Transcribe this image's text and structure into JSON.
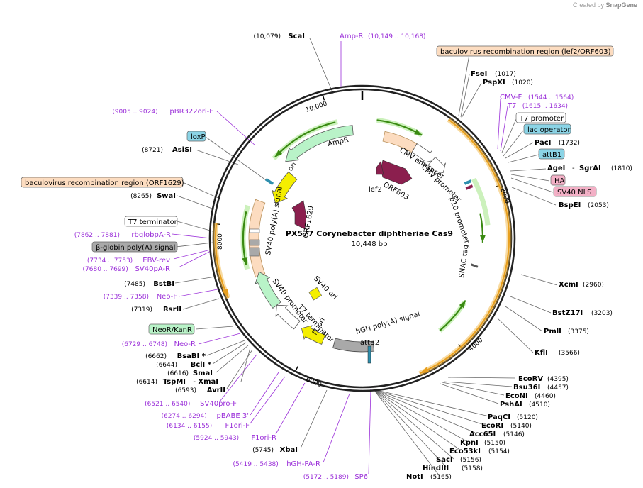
{
  "credit": {
    "prefix": "Created by",
    "brand": "SnapGene"
  },
  "plasmid": {
    "name": "PX577 Corynebacter diphtheriae Cas9",
    "size": "10,448 bp"
  },
  "colors": {
    "site": "#000000",
    "primer": "#9b30d9",
    "backbone": "#222222",
    "misc_feature": "#fcdcc0",
    "promoter": "#ffffff",
    "cds_green": "#b9f3c8",
    "origin": "#f4ee00",
    "polyA": "#a9a9a9",
    "recombination": "#8bd4e6",
    "protein_bind": "#8bd4e6",
    "cds_red": "#8b1f4e",
    "tag_box": "#f3b0c6",
    "primer_arrow": "#9b30d9",
    "lime": "#7ccd2e",
    "orange": "#f0b030"
  },
  "ticks": [
    "2000",
    "4000",
    "6000",
    "8000",
    "10,000"
  ],
  "features": {
    "cmv_enhancer": "CMV enhancer",
    "cmv_promoter": "CMV promoter",
    "p10_promoter": "p10 promoter",
    "snac_tag": "SNAC tag",
    "hgh_polya": "hGH poly(A) signal",
    "attb2": "attB2",
    "f1_ori": "f1 ori",
    "t7_terminator": "T7 terminator",
    "sv40_promoter": "SV40 promoter",
    "sv40_ori": "SV40 ori",
    "sv40_polya": "SV40 poly(A) signal",
    "orf1629": "ORF1629",
    "ori": "ori",
    "ampr": "AmpR",
    "orf603": "ORF603",
    "lef2": "lef2"
  },
  "labels": {
    "scai": {
      "pos": "(10,079)",
      "name": "ScaI"
    },
    "ampr_primer": {
      "name": "Amp-R",
      "pos": "(10,149 .. 10,168)"
    },
    "bac_rec_1": "baculovirus recombination region (lef2/ORF603)",
    "fsei": {
      "name": "FseI",
      "pos": "(1017)"
    },
    "pspxi": {
      "name": "PspXI",
      "pos": "(1020)"
    },
    "cmvf": {
      "name": "CMV-F",
      "pos": "(1544 .. 1564)"
    },
    "t7": {
      "name": "T7",
      "pos": "(1615 .. 1634)"
    },
    "t7_promoter": "T7 promoter",
    "lac_operator": "lac operator",
    "paci": {
      "name": "PacI",
      "pos": "(1732)"
    },
    "attb1": "attB1",
    "agei": {
      "name": "AgeI",
      "dash": "-",
      "name2": "SgrAI",
      "pos": "(1810)"
    },
    "ha": "HA",
    "sv40_nls": "SV40 NLS",
    "bspei": {
      "name": "BspEI",
      "pos": "(2053)"
    },
    "xcmi": {
      "name": "XcmI",
      "pos": "(2960)"
    },
    "bstz17i": {
      "name": "BstZ17I",
      "pos": "(3203)"
    },
    "pmli": {
      "name": "PmlI",
      "pos": "(3375)"
    },
    "kfli": {
      "name": "KflI",
      "pos": "(3566)"
    },
    "ecorv": {
      "name": "EcoRV",
      "pos": "(4395)"
    },
    "bsu36i": {
      "name": "Bsu36I",
      "pos": "(4457)"
    },
    "econi": {
      "name": "EcoNI",
      "pos": "(4460)"
    },
    "pshai": {
      "name": "PshAI",
      "pos": "(4510)"
    },
    "paqci": {
      "name": "PaqCI",
      "pos": "(5120)"
    },
    "ecori": {
      "name": "EcoRI",
      "pos": "(5140)"
    },
    "acc65i": {
      "name": "Acc65I",
      "pos": "(5146)"
    },
    "kpni": {
      "name": "KpnI",
      "pos": "(5150)"
    },
    "eco53ki": {
      "name": "Eco53kI",
      "pos": "(5154)"
    },
    "saci": {
      "name": "SacI",
      "pos": "(5156)"
    },
    "hindiii": {
      "name": "HindIII",
      "pos": "(5158)"
    },
    "noti": {
      "name": "NotI",
      "pos": "(5165)"
    },
    "sp6": {
      "name": "SP6",
      "pos": "(5172 .. 5189)"
    },
    "hghpar": {
      "name": "hGH-PA-R",
      "pos": "(5419 .. 5438)"
    },
    "xbai": {
      "name": "XbaI",
      "pos": "(5745)"
    },
    "f1orir": {
      "name": "F1ori-R",
      "pos": "(5924 .. 5943)"
    },
    "f1orif": {
      "name": "F1ori-F",
      "pos": "(6134 .. 6155)"
    },
    "pbabe3": {
      "name": "pBABE 3'",
      "pos": "(6274 .. 6294)"
    },
    "sv40prof": {
      "name": "SV40pro-F",
      "pos": "(6521 .. 6540)"
    },
    "avrii": {
      "name": "AvrII",
      "pos": "(6593)"
    },
    "tspmi": {
      "name": "TspMI",
      "dash": "-",
      "name2": "XmaI",
      "pos": "(6614)"
    },
    "smai": {
      "name": "SmaI",
      "pos": "(6616)"
    },
    "bcli": {
      "name": "BclI *",
      "pos": "(6644)"
    },
    "bsabi": {
      "name": "BsaBI *",
      "pos": "(6662)"
    },
    "neor_primer": {
      "name": "Neo-R",
      "pos": "(6729 .. 6748)"
    },
    "neor_kanr": "NeoR/KanR",
    "rsrii": {
      "name": "RsrII",
      "pos": "(7319)"
    },
    "neof": {
      "name": "Neo-F",
      "pos": "(7339 .. 7358)"
    },
    "bstbi": {
      "name": "BstBI",
      "pos": "(7485)"
    },
    "sv40par": {
      "name": "SV40pA-R",
      "pos": "(7680 .. 7699)"
    },
    "ebvrev": {
      "name": "EBV-rev",
      "pos": "(7734 .. 7753)"
    },
    "bglobin_polya": "β-globin poly(A) signal",
    "rbglobpar": {
      "name": "rbglobpA-R",
      "pos": "(7862 .. 7881)"
    },
    "t7_terminator_box": "T7 terminator",
    "swai": {
      "name": "SwaI",
      "pos": "(8265)"
    },
    "bac_rec_2": "baculovirus recombination region (ORF1629)",
    "asisi": {
      "name": "AsiSI",
      "pos": "(8721)"
    },
    "loxp": "loxP",
    "pbr322orif": {
      "name": "pBR322ori-F",
      "pos": "(9005 .. 9024)"
    }
  }
}
